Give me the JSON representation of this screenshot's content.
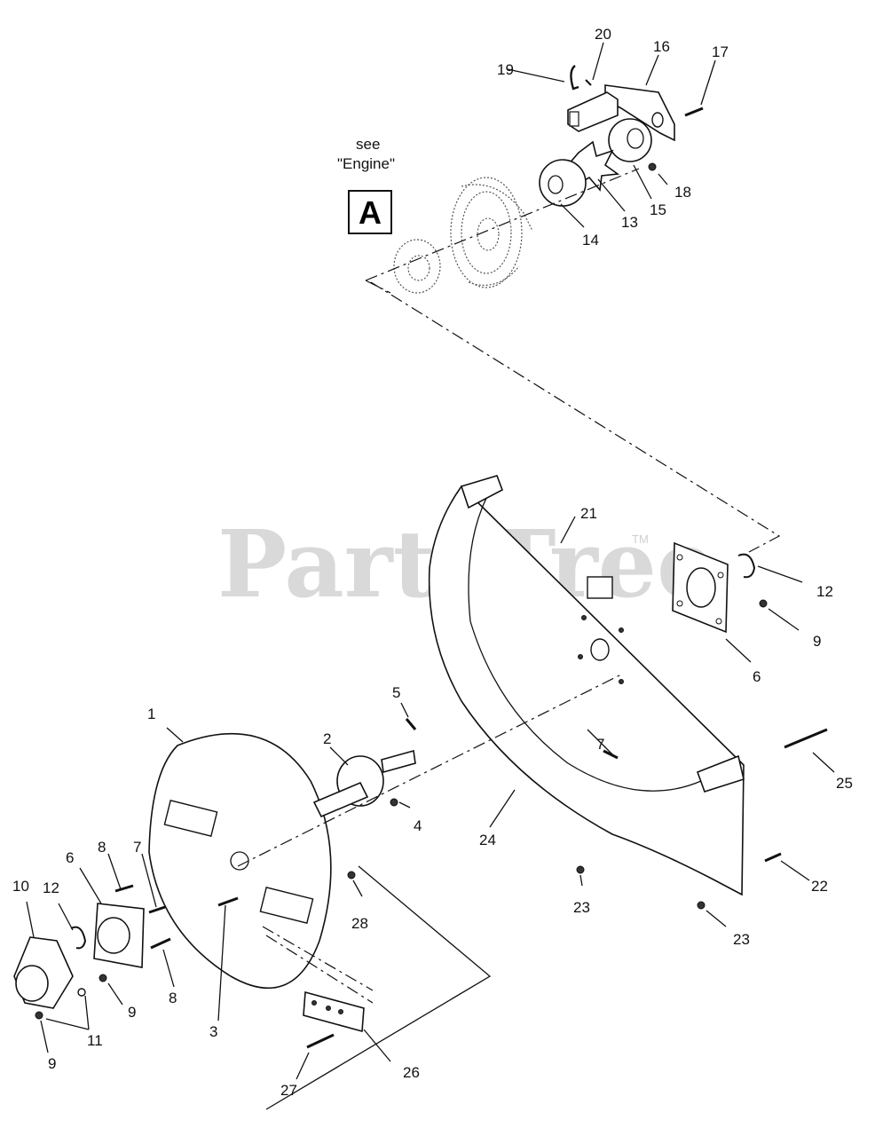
{
  "watermark": {
    "text": "PartsTree",
    "trademark": "TM"
  },
  "reference": {
    "see_line1": "see",
    "see_line2": "\"Engine\"",
    "box_letter": "A"
  },
  "callouts": [
    {
      "id": "c1",
      "text": "1"
    },
    {
      "id": "c2",
      "text": "2"
    },
    {
      "id": "c3",
      "text": "3"
    },
    {
      "id": "c4",
      "text": "4"
    },
    {
      "id": "c5",
      "text": "5"
    },
    {
      "id": "c6a",
      "text": "6"
    },
    {
      "id": "c6b",
      "text": "6"
    },
    {
      "id": "c7a",
      "text": "7"
    },
    {
      "id": "c7b",
      "text": "7"
    },
    {
      "id": "c8a",
      "text": "8"
    },
    {
      "id": "c8b",
      "text": "8"
    },
    {
      "id": "c9a",
      "text": "9"
    },
    {
      "id": "c9b",
      "text": "9"
    },
    {
      "id": "c9c",
      "text": "9"
    },
    {
      "id": "c10",
      "text": "10"
    },
    {
      "id": "c11",
      "text": "11"
    },
    {
      "id": "c12a",
      "text": "12"
    },
    {
      "id": "c12b",
      "text": "12"
    },
    {
      "id": "c13",
      "text": "13"
    },
    {
      "id": "c14",
      "text": "14"
    },
    {
      "id": "c15",
      "text": "15"
    },
    {
      "id": "c16",
      "text": "16"
    },
    {
      "id": "c17",
      "text": "17"
    },
    {
      "id": "c18",
      "text": "18"
    },
    {
      "id": "c19",
      "text": "19"
    },
    {
      "id": "c20",
      "text": "20"
    },
    {
      "id": "c21",
      "text": "21"
    },
    {
      "id": "c22",
      "text": "22"
    },
    {
      "id": "c23a",
      "text": "23"
    },
    {
      "id": "c23b",
      "text": "23"
    },
    {
      "id": "c24",
      "text": "24"
    },
    {
      "id": "c25",
      "text": "25"
    },
    {
      "id": "c26",
      "text": "26"
    },
    {
      "id": "c27",
      "text": "27"
    },
    {
      "id": "c28",
      "text": "28"
    }
  ]
}
